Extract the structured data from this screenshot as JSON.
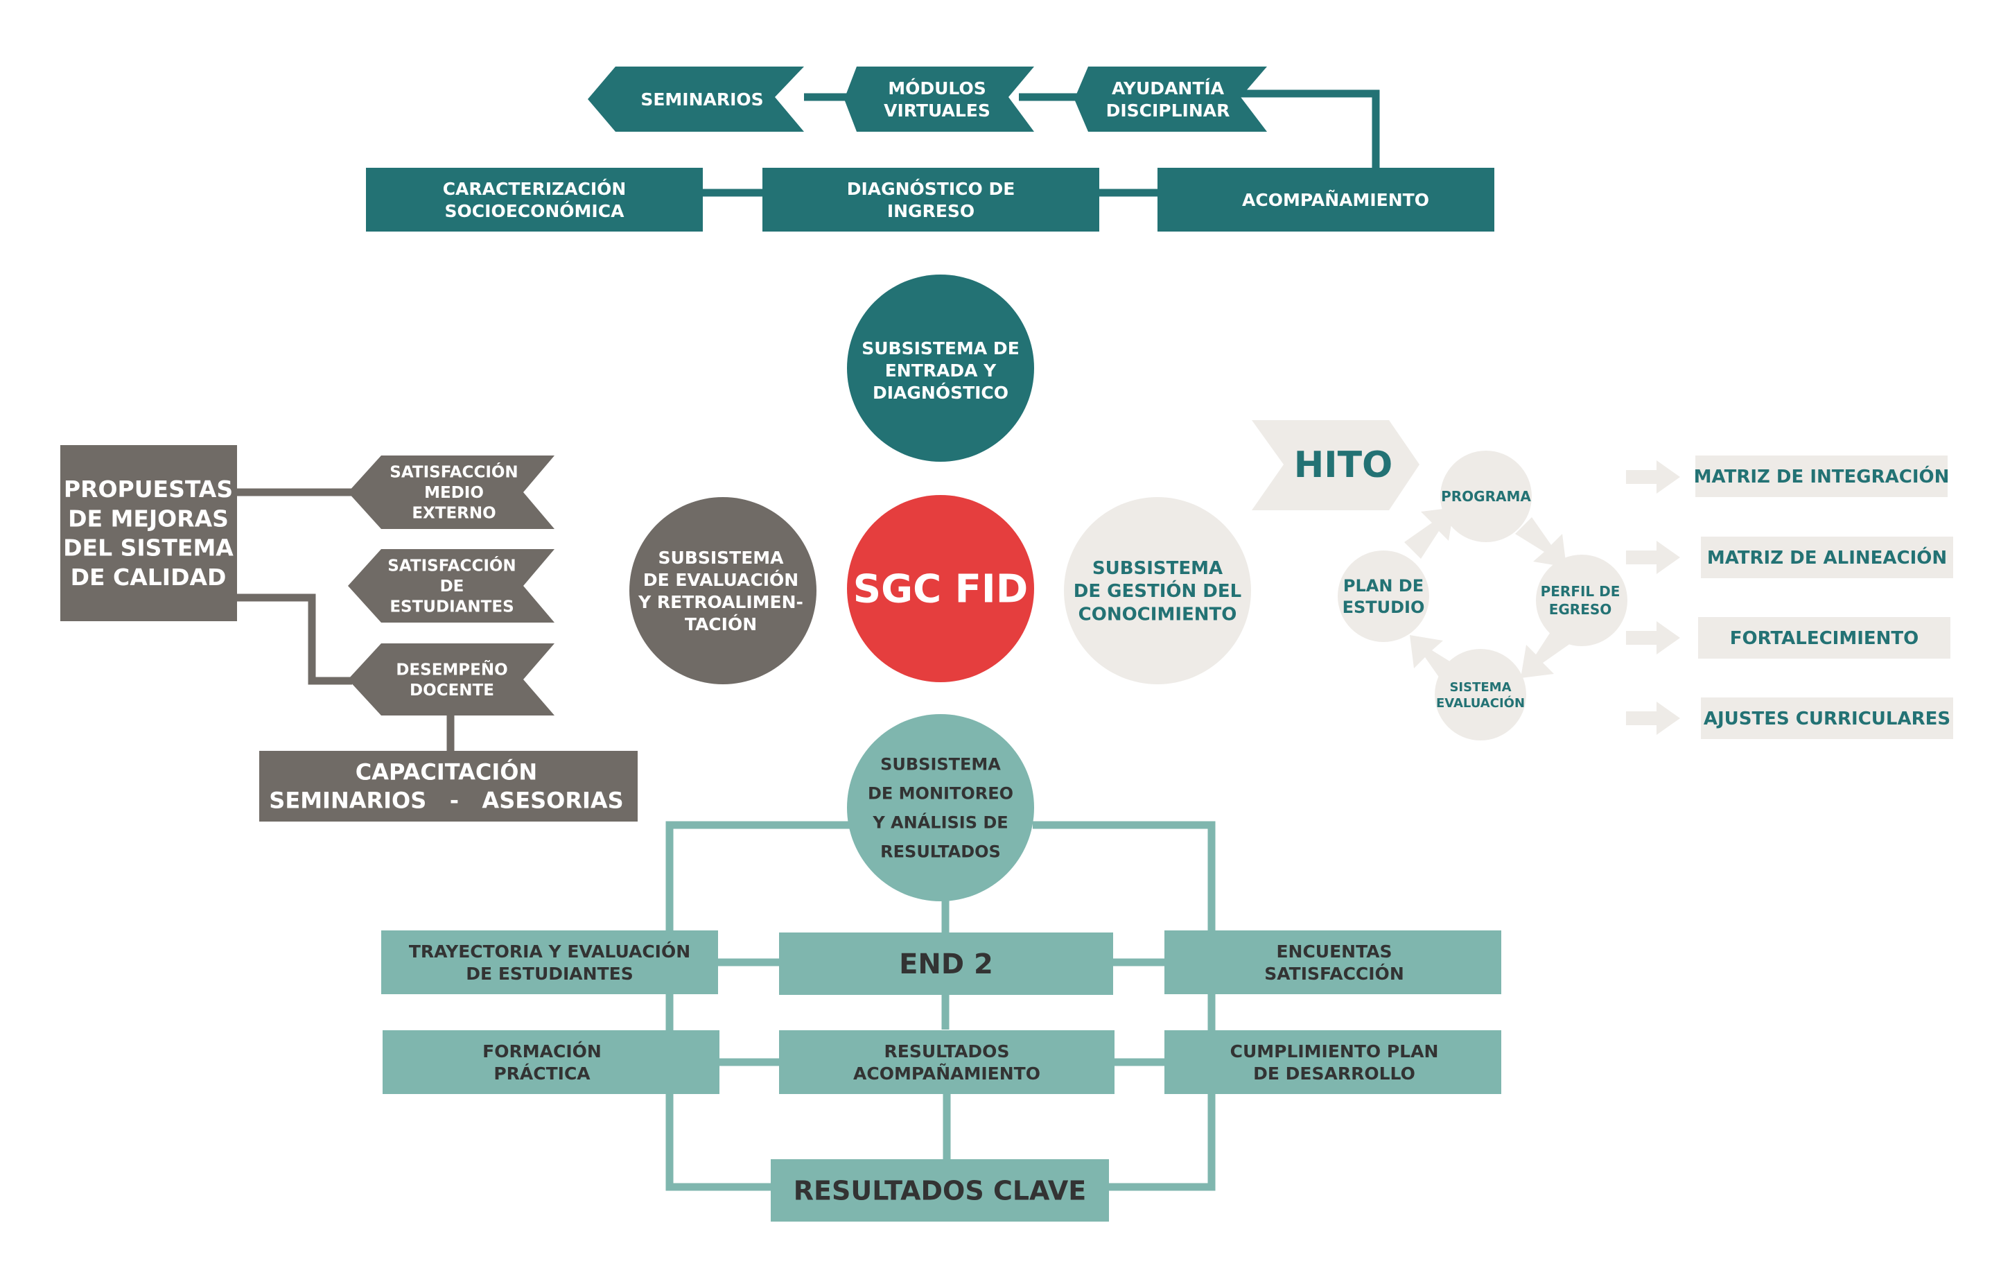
{
  "colors": {
    "teal": "#237274",
    "teal_light": "#7fb6ae",
    "gray": "#706b66",
    "red": "#e53e3e",
    "beige": "#eeebe7",
    "white": "#ffffff",
    "dark_text": "#3a3a3a"
  },
  "top": {
    "boxes": [
      {
        "lines": [
          "CARACTERIZACIÓN",
          "SOCIOECONÓMICA"
        ]
      },
      {
        "lines": [
          "DIAGNÓSTICO DE",
          "INGRESO"
        ]
      },
      {
        "lines": [
          "ACOMPAÑAMIENTO"
        ]
      }
    ],
    "arrows": [
      {
        "lines": [
          "SEMINARIOS"
        ]
      },
      {
        "lines": [
          "MÓDULOS",
          "VIRTUALES"
        ]
      },
      {
        "lines": [
          "AYUDANTÍA",
          "DISCIPLINAR"
        ]
      }
    ]
  },
  "circles": {
    "entrada": {
      "lines": [
        "SUBSISTEMA DE",
        "ENTRADA Y",
        "DIAGNÓSTICO"
      ]
    },
    "evaluacion": {
      "lines": [
        "SUBSISTEMA",
        "DE EVALUACIÓN",
        "Y RETROALIMEN-",
        "TACIÓN"
      ]
    },
    "center": {
      "lines": [
        "SGC FID"
      ]
    },
    "gestion": {
      "lines": [
        "SUBSISTEMA",
        "DE GESTIÓN DEL",
        "CONOCIMIENTO"
      ]
    },
    "monitoreo": {
      "lines": [
        "SUBSISTEMA",
        "DE MONITOREO",
        "Y ANÁLISIS DE",
        "RESULTADOS"
      ]
    }
  },
  "left": {
    "propuestas": {
      "lines": [
        "PROPUESTAS",
        "DE MEJORAS",
        "DEL SISTEMA",
        "DE CALIDAD"
      ]
    },
    "arrows": [
      {
        "lines": [
          "SATISFACCIÓN",
          "MEDIO",
          "EXTERNO"
        ]
      },
      {
        "lines": [
          "SATISFACCIÓN",
          "DE",
          "ESTUDIANTES"
        ]
      },
      {
        "lines": [
          "DESEMPEÑO",
          "DOCENTE"
        ]
      }
    ],
    "capacitacion": {
      "lines": [
        "CAPACITACIÓN",
        "SEMINARIOS   -   ASESORIAS"
      ]
    }
  },
  "right": {
    "hito": {
      "lines": [
        "HITO"
      ]
    },
    "cycle": [
      {
        "lines": [
          "PROGRAMA"
        ]
      },
      {
        "lines": [
          "PERFIL DE",
          "EGRESO"
        ]
      },
      {
        "lines": [
          "SISTEMA",
          "EVALUACIÓN"
        ]
      },
      {
        "lines": [
          "PLAN DE",
          "ESTUDIO"
        ]
      }
    ],
    "matrices": [
      {
        "lines": [
          "MATRIZ DE INTEGRACIÓN"
        ]
      },
      {
        "lines": [
          "MATRIZ DE ALINEACIÓN"
        ]
      },
      {
        "lines": [
          "FORTALECIMIENTO"
        ]
      },
      {
        "lines": [
          "AJUSTES CURRICULARES"
        ]
      }
    ]
  },
  "bottom": {
    "boxes": [
      {
        "lines": [
          "TRAYECTORIA Y EVALUACIÓN",
          "DE ESTUDIANTES"
        ]
      },
      {
        "lines": [
          "END 2"
        ]
      },
      {
        "lines": [
          "ENCUENTAS",
          "SATISFACCIÓN"
        ]
      },
      {
        "lines": [
          "FORMACIÓN",
          "PRÁCTICA"
        ]
      },
      {
        "lines": [
          "RESULTADOS",
          "ACOMPAÑAMIENTO"
        ]
      },
      {
        "lines": [
          "CUMPLIMIENTO PLAN",
          "DE DESARROLLO"
        ]
      },
      {
        "lines": [
          "RESULTADOS CLAVE"
        ]
      }
    ]
  }
}
